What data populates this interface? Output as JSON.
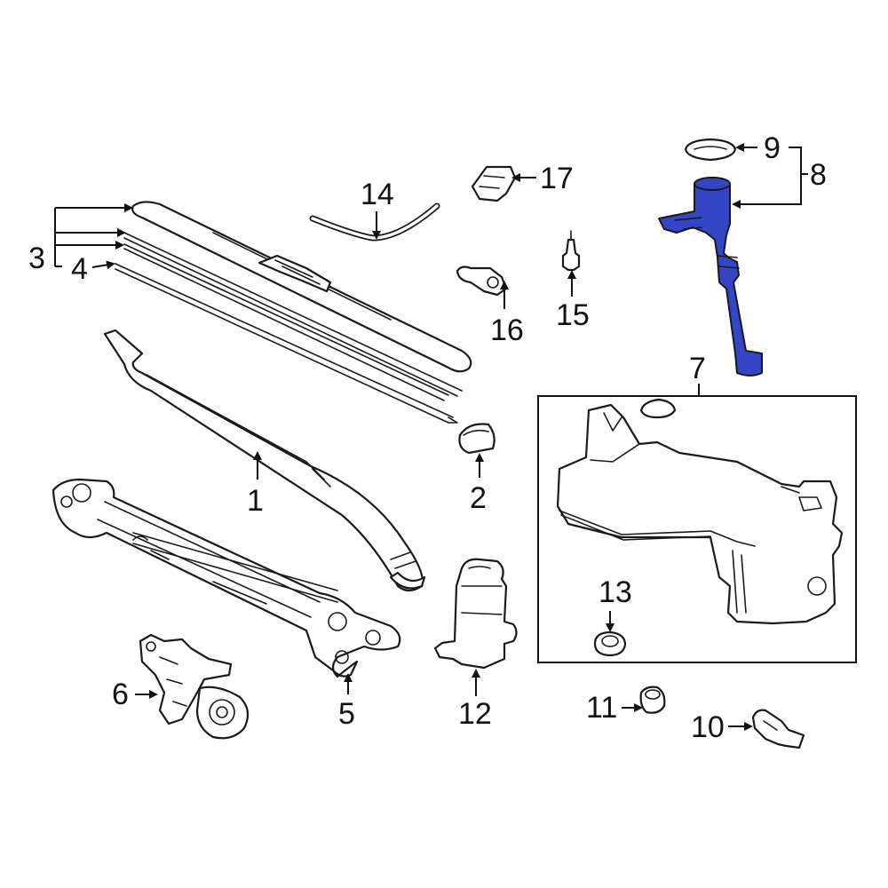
{
  "callouts": {
    "c1": "1",
    "c2": "2",
    "c3": "3",
    "c4": "4",
    "c5": "5",
    "c6": "6",
    "c7": "7",
    "c8": "8",
    "c9": "9",
    "c10": "10",
    "c11": "11",
    "c12": "12",
    "c13": "13",
    "c14": "14",
    "c15": "15",
    "c16": "16",
    "c17": "17"
  },
  "colors": {
    "highlight_part": "#3545c8",
    "line": "#1a1a1a",
    "background": "#ffffff"
  },
  "highlighted_part": "8"
}
